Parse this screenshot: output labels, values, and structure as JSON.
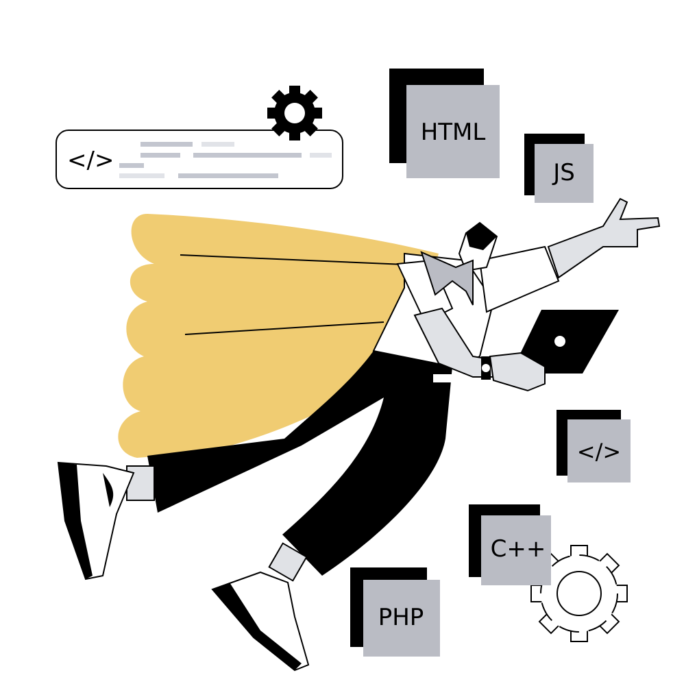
{
  "code_bar": {
    "symbol": "</>"
  },
  "cards": {
    "html": "HTML",
    "js": "JS",
    "code": "</>",
    "cpp": "C++",
    "php": "PHP"
  },
  "colors": {
    "cape": "#f0cc72",
    "card_gray": "#babcc4",
    "line_gray": "#c3c6cf",
    "line_light": "#e1e3e8",
    "skin": "#e0e2e6",
    "ink": "#000000"
  }
}
